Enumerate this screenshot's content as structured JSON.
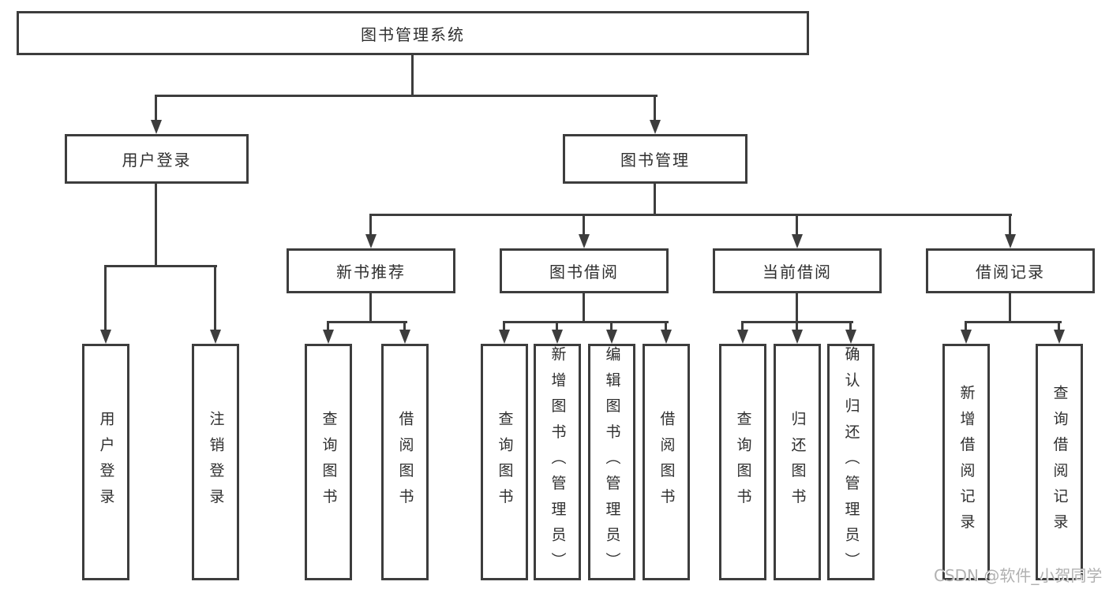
{
  "colors": {
    "line": "#3d3d3d",
    "box_border": "#3d3d3d",
    "text": "#2f2f2f",
    "background": "#ffffff",
    "watermark": "#adadad"
  },
  "watermark": {
    "text": "CSDN @软件_小贺同学"
  },
  "tree": {
    "root": {
      "label": "图书管理系统"
    },
    "children": [
      {
        "label": "用户登录",
        "children": [
          "用户登录",
          "注销登录"
        ]
      },
      {
        "label": "图书管理",
        "children": [
          {
            "label": "新书推荐",
            "children": [
              "查询图书",
              "借阅图书"
            ]
          },
          {
            "label": "图书借阅",
            "children": [
              "查询图书",
              "新增图书（管理员）",
              "编辑图书（管理员）",
              "借阅图书"
            ]
          },
          {
            "label": "当前借阅",
            "children": [
              "查询图书",
              "归还图书",
              "确认归还（管理员）"
            ]
          },
          {
            "label": "借阅记录",
            "children": [
              "新增借阅记录",
              "查询借阅记录"
            ]
          }
        ]
      }
    ]
  }
}
